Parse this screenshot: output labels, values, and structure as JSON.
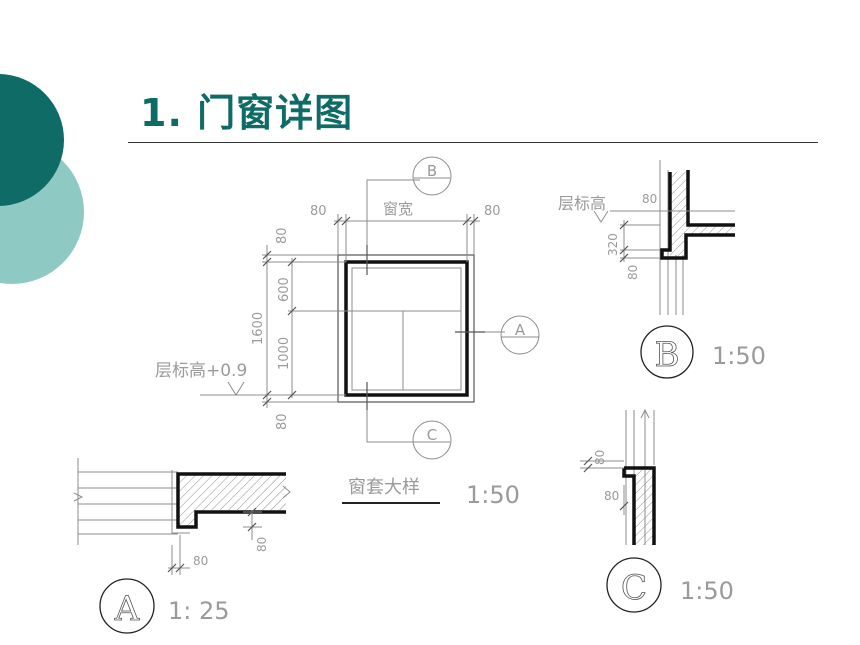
{
  "slide": {
    "title": "1.  门窗详图"
  },
  "colors": {
    "title": "#0e6b66",
    "circle_dark": "#0e6b66",
    "circle_light": "#8fc9c4"
  },
  "drawing": {
    "main_callouts": {
      "top": "B",
      "right": "A",
      "bottom": "C"
    },
    "main_dims": {
      "left_top": "80",
      "right_top": "80",
      "width_label": "窗宽",
      "v_80_top": "80",
      "v_600": "600",
      "v_1600": "1600",
      "v_1000": "1000",
      "v_80_bottom": "80",
      "level_label": "层标高+0.9"
    },
    "main_caption": "窗套大样",
    "main_scale": "1:50",
    "detail_b": {
      "level_label": "层标高",
      "dim_80_top": "80",
      "dim_320": "320",
      "dim_80_bottom": "80",
      "marker": "B",
      "scale": "1:50"
    },
    "detail_a": {
      "dim_80_right": "80",
      "dim_80_bottom": "80",
      "marker": "A",
      "scale": "1: 25"
    },
    "detail_c": {
      "dim_80_top": "80",
      "dim_80_mid": "80",
      "marker": "C",
      "scale": "1:50"
    }
  }
}
